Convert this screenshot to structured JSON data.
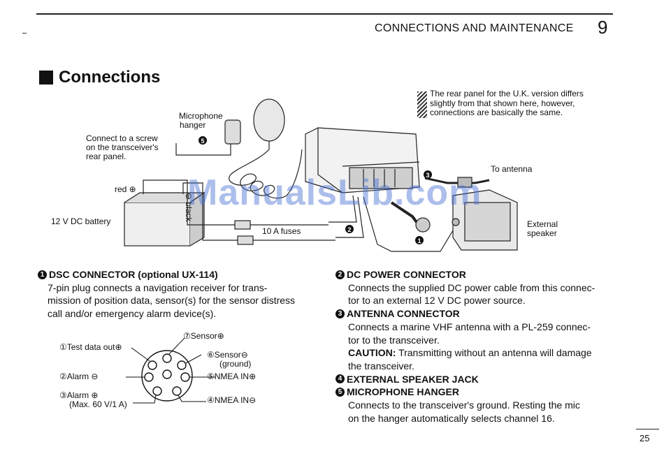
{
  "header": {
    "title": "CONNECTIONS AND MAINTENANCE",
    "chapter": "9"
  },
  "section_title": "Connections",
  "note": [
    "The rear panel for the U.K. version differs",
    "slightly from that shown here, however,",
    "connections are basically the same."
  ],
  "diagram": {
    "mic_hanger": "Microphone",
    "mic_hanger2": "hanger",
    "screw_1": "Connect to a screw",
    "screw_2": "on the transceiver's",
    "screw_3": "rear panel.",
    "red": "red ⊕",
    "black": "⊖ black",
    "battery": "12 V DC battery",
    "fuses": "10 A fuses",
    "antenna": "To antenna",
    "ext_speaker_1": "External",
    "ext_speaker_2": "speaker",
    "n1": "1",
    "n2": "2",
    "n3": "3",
    "n5": "5"
  },
  "watermark": "ManualsLib.com",
  "left_col": {
    "h1_num": "1",
    "h1_bold": "DSC CONNECTOR",
    "h1_rest": " (optional UX-114)",
    "p1": [
      "7-pin plug connects a navigation receiver for trans-",
      "mission of position data, sensor(s) for the sensor distress",
      "call and/or emergency alarm device(s)."
    ]
  },
  "pins": {
    "p7": "⑦Sensor⊕",
    "p1": "①Test data out⊕",
    "p6a": "⑥Sensor⊖",
    "p6b": "(ground)",
    "p2": "②Alarm ⊖",
    "p5": "⑤NMEA IN⊕",
    "p3a": "③Alarm ⊕",
    "p3b": "(Max. 60 V/1 A)",
    "p4": "④NMEA IN⊖"
  },
  "right_col": {
    "h2_num": "2",
    "h2": "DC POWER CONNECTOR",
    "p2": [
      "Connects the supplied DC power cable from this connec-",
      "tor to an external 12 V DC power source."
    ],
    "h3_num": "3",
    "h3": "ANTENNA CONNECTOR",
    "p3": [
      "Connects a marine VHF antenna with a PL-259 connec-",
      "tor to the transceiver."
    ],
    "caution_bold": "CAUTION:",
    "caution_rest": " Transmitting without an antenna will damage",
    "caution_2": "the transceiver.",
    "h4_num": "4",
    "h4": "EXTERNAL SPEAKER JACK",
    "h5_num": "5",
    "h5": "MICROPHONE HANGER",
    "p5": [
      "Connects to the transceiver's ground.  Resting the mic",
      "on the hanger automatically selects channel 16."
    ]
  },
  "page_number": "25"
}
